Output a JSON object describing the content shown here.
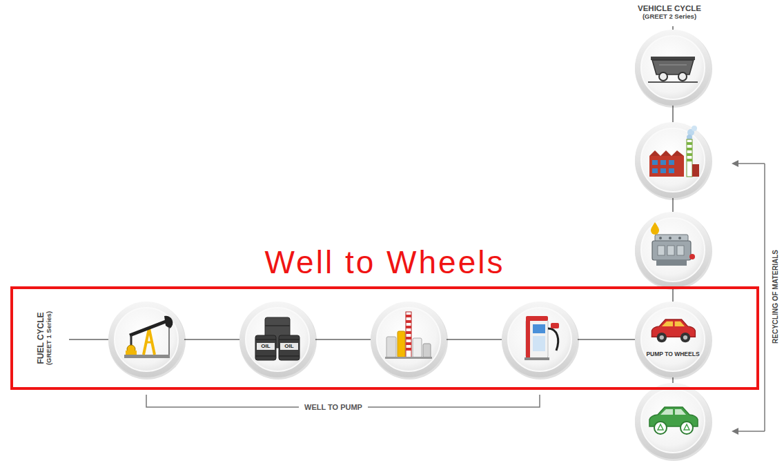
{
  "diagram": {
    "nodes": [
      {
        "text": [
          "Well to Wheels",
          "FUEL CYCLE (GREET 1 Series)"
        ]
      },
      {
        "text": [
          "OIL",
          "OIL"
        ],
        "in": 0
      },
      {
        "text": [
          "PUMP TO WHEELS"
        ],
        "in": 0
      }
    ],
    "labels": [
      "VEHICLE CYCLE (GREET 2 Series)",
      "WELL TO PUMP",
      "RECYCLING OF MATERIALS"
    ]
  }
}
